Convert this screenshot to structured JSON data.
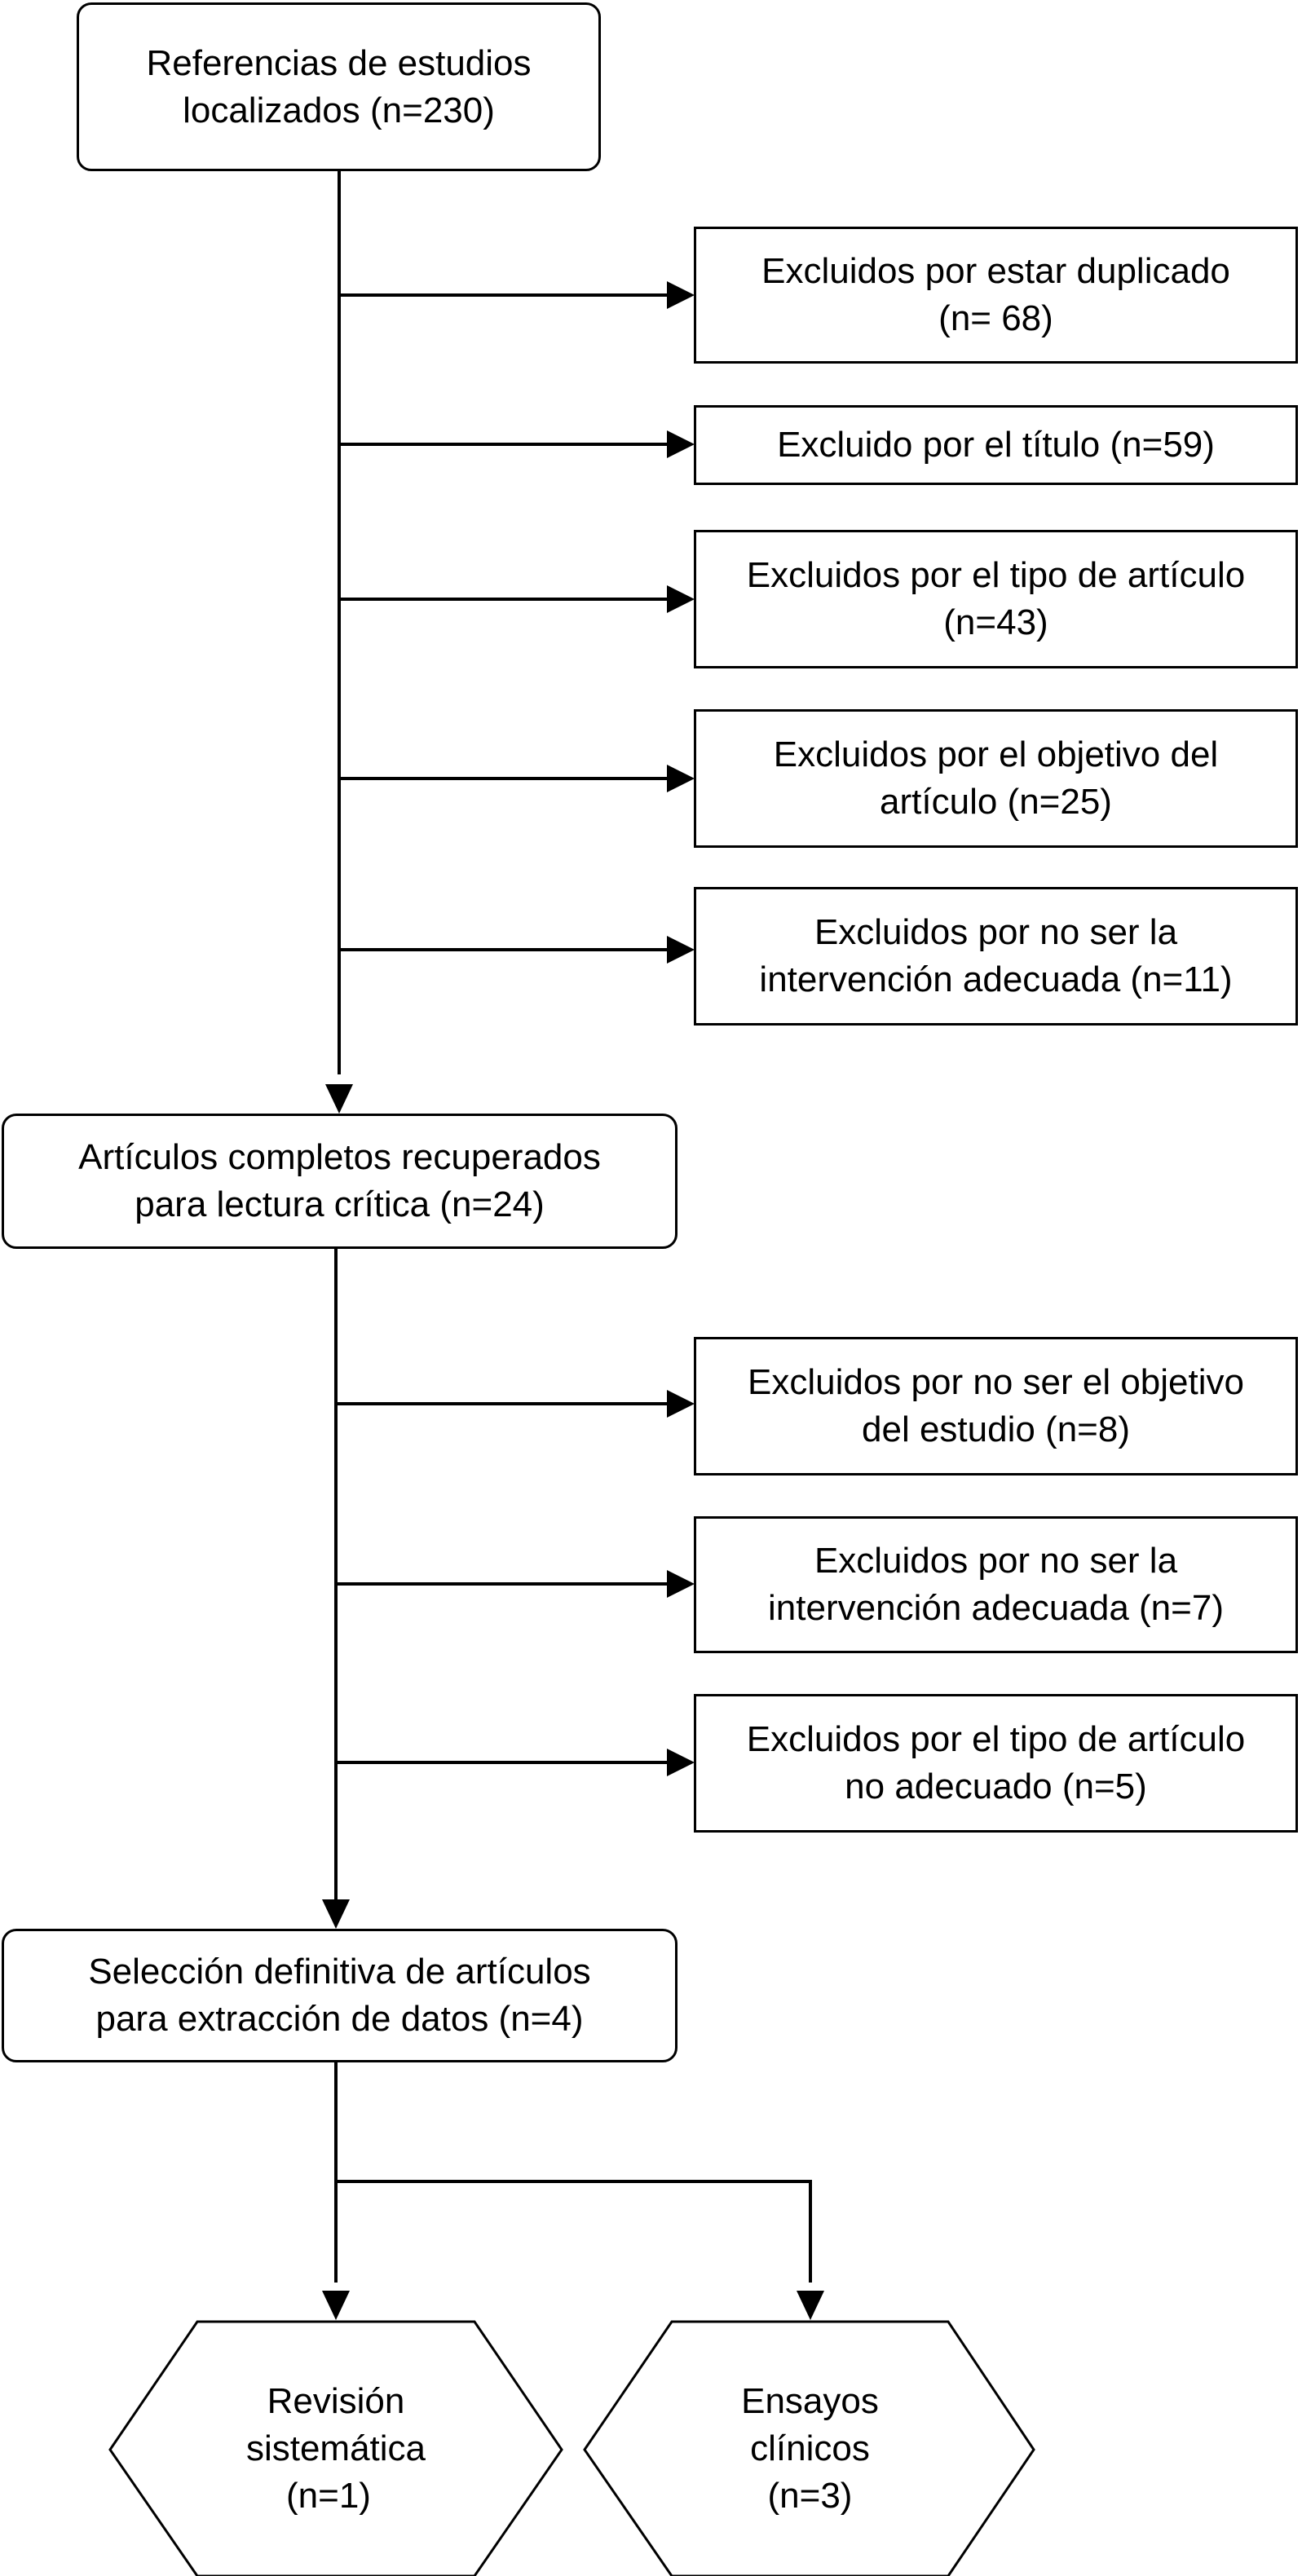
{
  "flow": {
    "start": {
      "lines": [
        "Referencias de estudios",
        "localizados (n=230)"
      ]
    },
    "exclusions_stage1": [
      {
        "lines": [
          "Excluidos por estar duplicado",
          "(n= 68)"
        ]
      },
      {
        "lines": [
          "Excluido por el título (n=59)"
        ]
      },
      {
        "lines": [
          "Excluidos por el tipo de artículo",
          "(n=43)"
        ]
      },
      {
        "lines": [
          "Excluidos por el objetivo del",
          "artículo (n=25)"
        ]
      },
      {
        "lines": [
          "Excluidos por no ser la",
          "intervención adecuada (n=11)"
        ]
      }
    ],
    "retrieved": {
      "lines": [
        "Artículos completos recuperados",
        "para lectura crítica (n=24)"
      ]
    },
    "exclusions_stage2": [
      {
        "lines": [
          "Excluidos por no ser el objetivo",
          "del estudio (n=8)"
        ]
      },
      {
        "lines": [
          "Excluidos por no ser la",
          "intervención adecuada (n=7)"
        ]
      },
      {
        "lines": [
          "Excluidos por el tipo de artículo",
          "no adecuado (n=5)"
        ]
      }
    ],
    "selection": {
      "lines": [
        "Selección definitiva de artículos",
        "para extracción de datos (n=4)"
      ]
    },
    "outcomes": [
      {
        "lines": [
          "Revisión",
          "sistemática",
          "(n=1)"
        ]
      },
      {
        "lines": [
          "Ensayos",
          "clínicos",
          "(n=3)"
        ]
      }
    ]
  }
}
